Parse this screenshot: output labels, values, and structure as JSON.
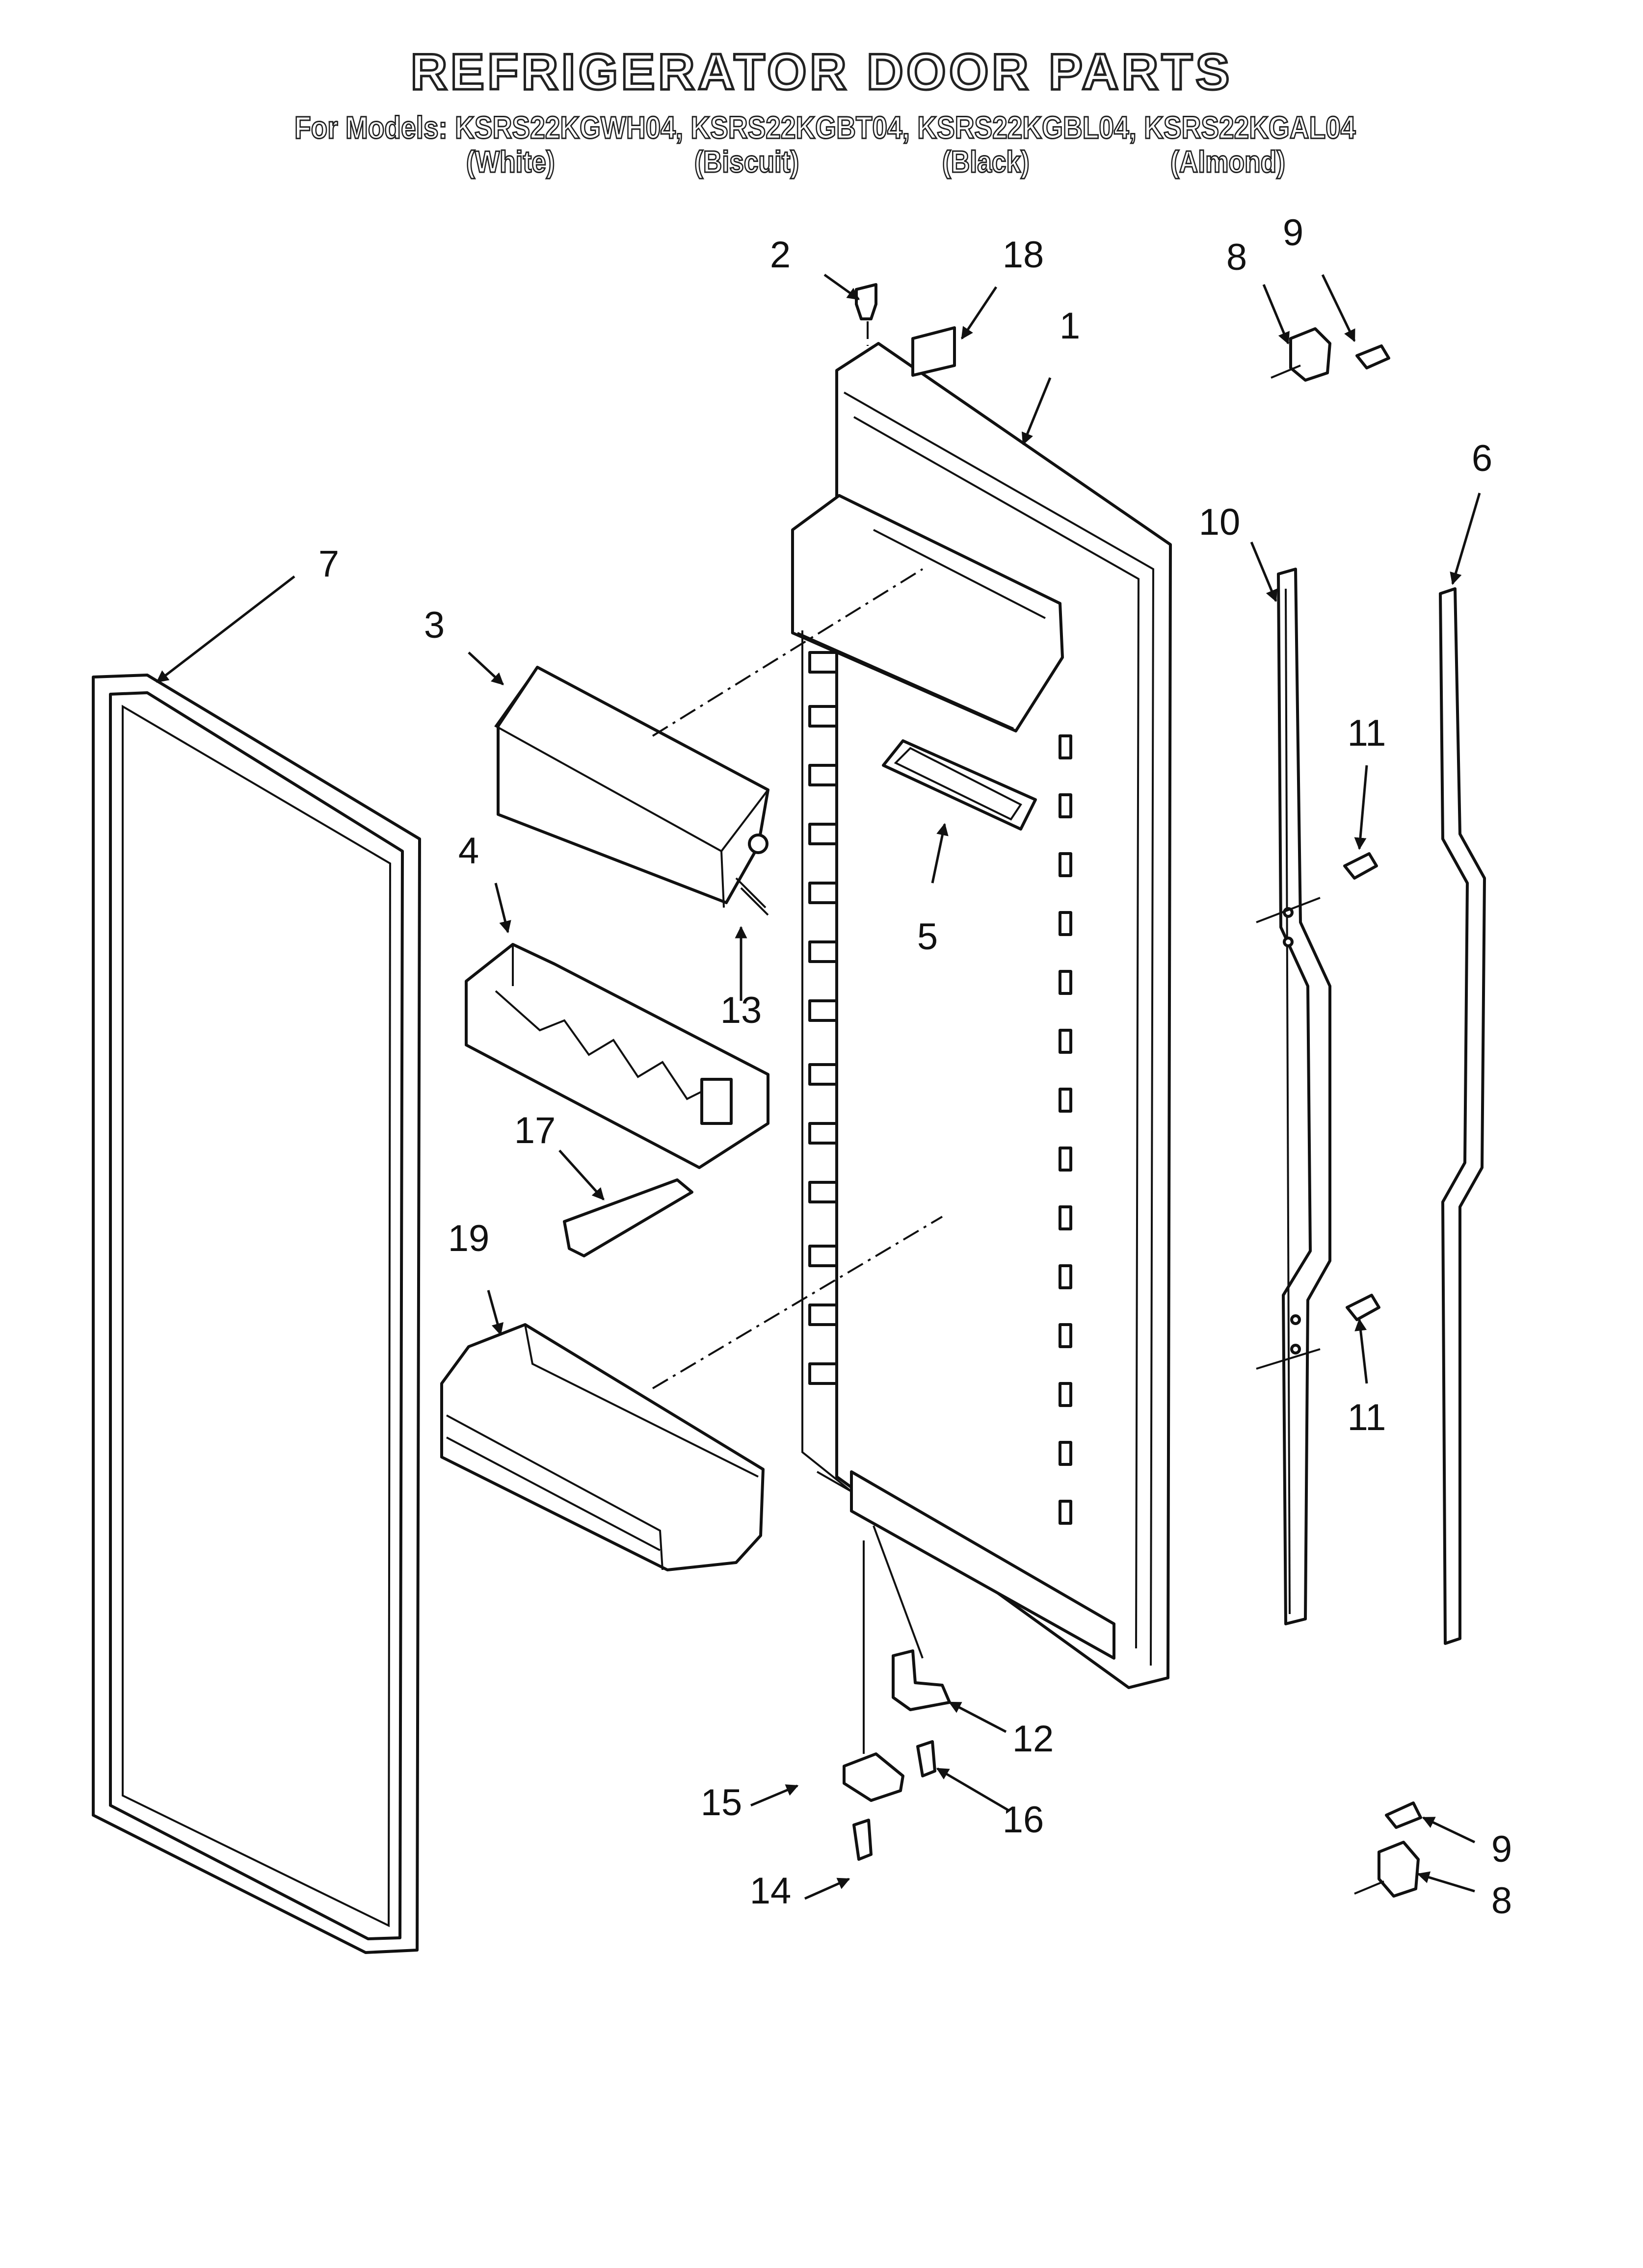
{
  "title": "REFRIGERATOR DOOR PARTS",
  "models_line": "For Models: KSRS22KGWH04, KSRS22KGBT04, KSRS22KGBL04, KSRS22KGAL04",
  "color_labels": [
    "(White)",
    "(Biscuit)",
    "(Black)",
    "(Almond)"
  ],
  "callouts": {
    "c1": "1",
    "c2": "2",
    "c3": "3",
    "c4": "4",
    "c5": "5",
    "c6": "6",
    "c7": "7",
    "c8a": "8",
    "c8b": "8",
    "c9a": "9",
    "c9b": "9",
    "c10": "10",
    "c11a": "11",
    "c11b": "11",
    "c12": "12",
    "c13": "13",
    "c14": "14",
    "c15": "15",
    "c16": "16",
    "c17": "17",
    "c18": "18",
    "c19": "19"
  }
}
